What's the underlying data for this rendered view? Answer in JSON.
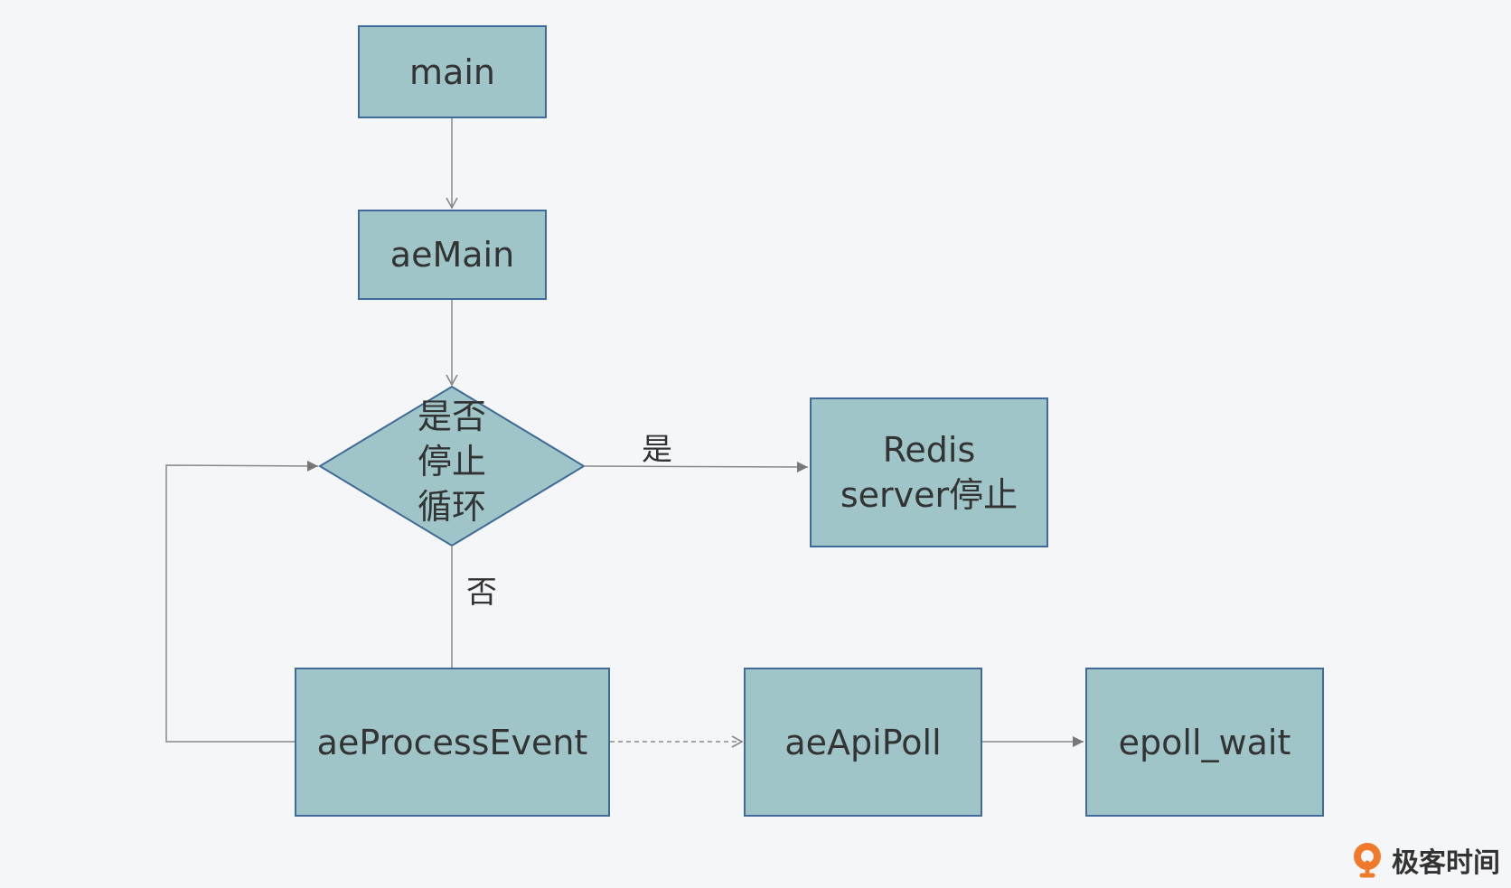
{
  "nodes": {
    "main": "main",
    "aemain": "aeMain",
    "decision": [
      "是否",
      "停止",
      "循环"
    ],
    "redis_stop": [
      "Redis",
      "server停止"
    ],
    "ae_process_event": "aeProcessEvent",
    "ae_api_poll": "aeApiPoll",
    "epoll_wait": "epoll_wait"
  },
  "edge_labels": {
    "yes": "是",
    "no": "否"
  },
  "brand": {
    "name": "极客时间",
    "icon": "geektime-logo-icon"
  },
  "colors": {
    "node_fill": "#9fc5c8",
    "node_border": "#3f6a99",
    "connector": "#888888",
    "brand_orange": "#f07a2a"
  }
}
